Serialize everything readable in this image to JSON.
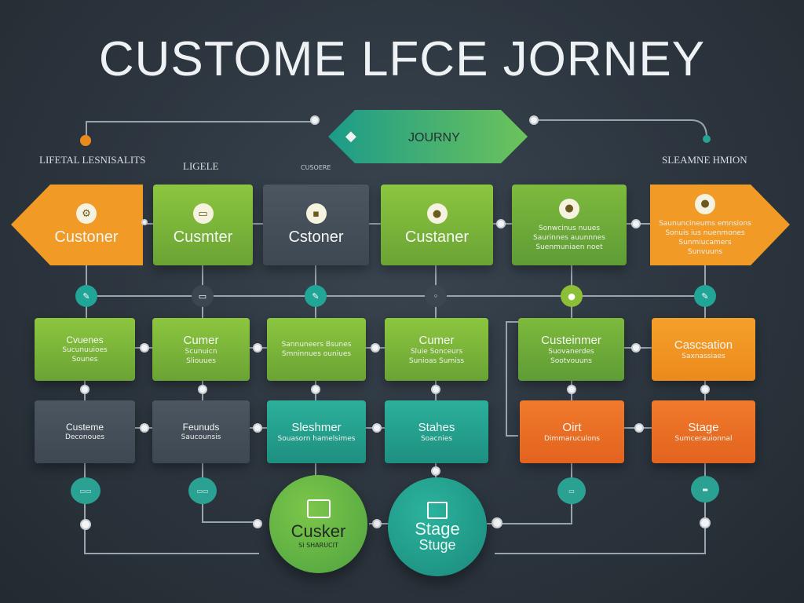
{
  "title": "CUSTOME LFCE JORNEY",
  "top_banner": {
    "label": "JOURNY"
  },
  "side_labels": {
    "left": "LIFETAL LESNISALITS",
    "left2": "LIGELE",
    "center_small": "CUSOERE",
    "right": "SLEAMNE HMION"
  },
  "row1": [
    {
      "title": "Custoner",
      "color": "orange",
      "icon": "gear-icon"
    },
    {
      "title": "Cusmter",
      "color": "green",
      "icon": "chat-icon"
    },
    {
      "title": "Cstoner",
      "color": "slate",
      "icon": "card-icon"
    },
    {
      "title": "Custaner",
      "color": "green",
      "icon": "bulb-icon"
    },
    {
      "title": "",
      "color": "green",
      "icon": "bulb-icon",
      "lines": [
        "Sonwcinus nuues",
        "Saurinnes auunnnes",
        "Suenmuniaen noet"
      ]
    },
    {
      "title": "",
      "color": "orange",
      "icon": "bulb-icon",
      "lines": [
        "Saununcineums emnsions",
        "Sonuis ius nuenmones",
        "Sunmiucamers",
        "Sunvuuns"
      ]
    }
  ],
  "row2": [
    {
      "title": "Cvuenes",
      "lines": [
        "Sucunuuioes",
        "Sounes"
      ]
    },
    {
      "title": "Cumer",
      "lines": [
        "Scunuicn",
        "Sliouues"
      ]
    },
    {
      "title": "",
      "lines": [
        "Sannuneers Bsunes",
        "Smninnues ouniues"
      ]
    },
    {
      "title": "Cumer",
      "lines": [
        "Sluie Sonceurs",
        "Sunioas Sumiss"
      ]
    },
    {
      "title": "Custeinmer",
      "lines": [
        "Suovanerdes",
        "Sootvouuns"
      ]
    },
    {
      "title": "Cascsation",
      "lines": [
        "Saxnassiaes"
      ]
    }
  ],
  "row3": [
    {
      "title": "Custeme",
      "lines": [
        "Deconoues"
      ]
    },
    {
      "title": "Feunuds",
      "lines": [
        "Saucounsis"
      ]
    },
    {
      "title": "Sleshmer",
      "lines": [
        "Souasorn hamelsimes"
      ]
    },
    {
      "title": "Stahes",
      "lines": [
        "Soacnies"
      ]
    },
    {
      "title": "Oirt",
      "lines": [
        "Dimmaruculons"
      ]
    },
    {
      "title": "Stage",
      "lines": [
        "Sumcerauionnal"
      ]
    }
  ],
  "circles": [
    {
      "title": "Cusker",
      "sub": "SI SHARUCIT"
    },
    {
      "title": "Stage",
      "sub": "Stuge"
    }
  ]
}
